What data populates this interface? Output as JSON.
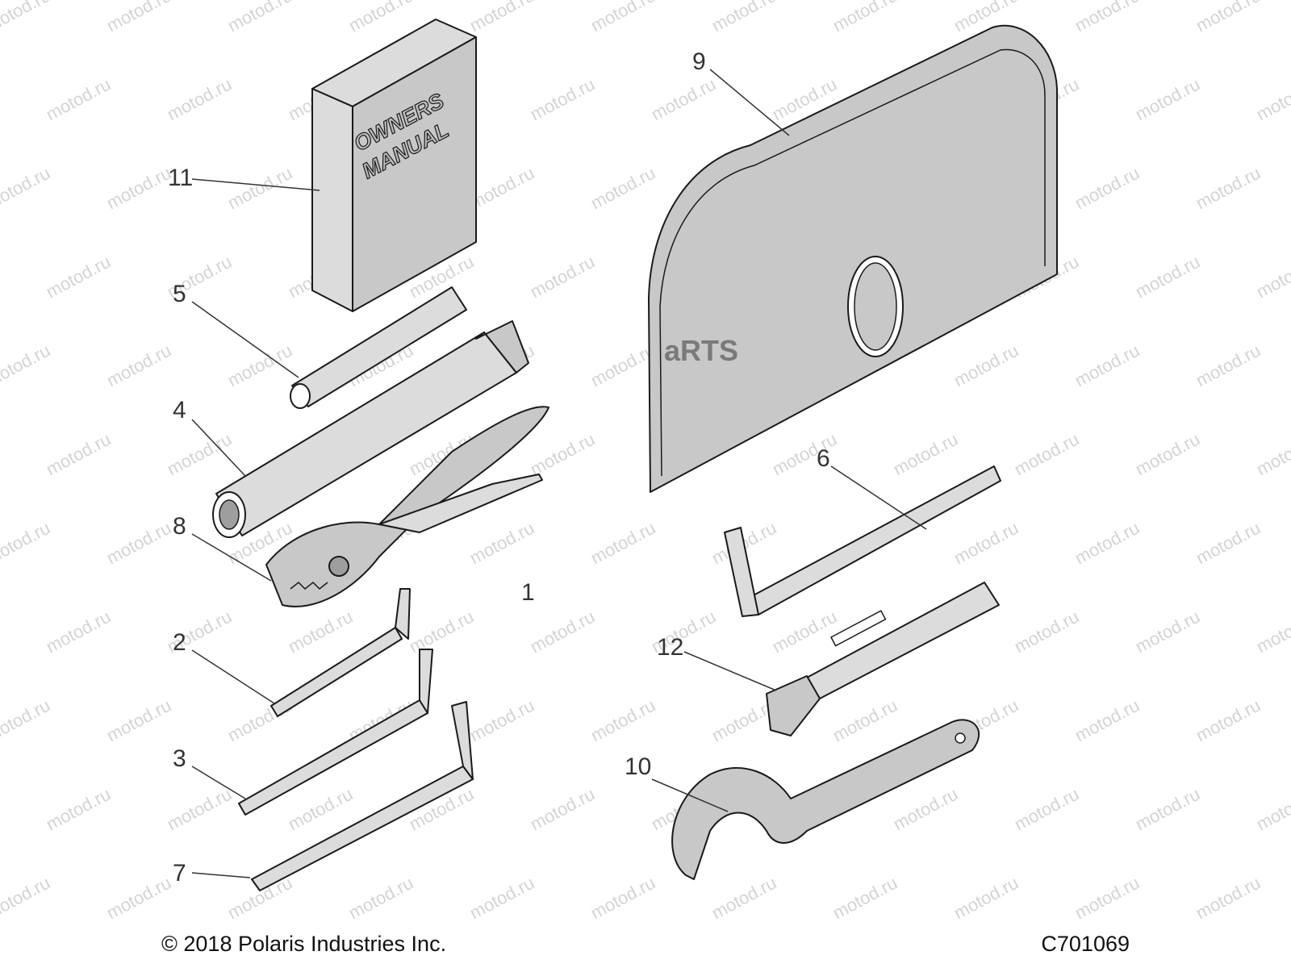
{
  "callouts": [
    "1",
    "2",
    "3",
    "4",
    "5",
    "6",
    "7",
    "8",
    "9",
    "10",
    "11",
    "12"
  ],
  "manual": {
    "line1": "OWNERS",
    "line2": "MANUAL"
  },
  "mat_label": "aRTS",
  "watermark_text": "motod.ru",
  "footer": {
    "copyright": "© 2018 Polaris Industries Inc.",
    "code": "C701069"
  },
  "colors": {
    "part_fill": "#c8c8c8",
    "outline": "#1a1a1a",
    "background": "#ffffff"
  }
}
